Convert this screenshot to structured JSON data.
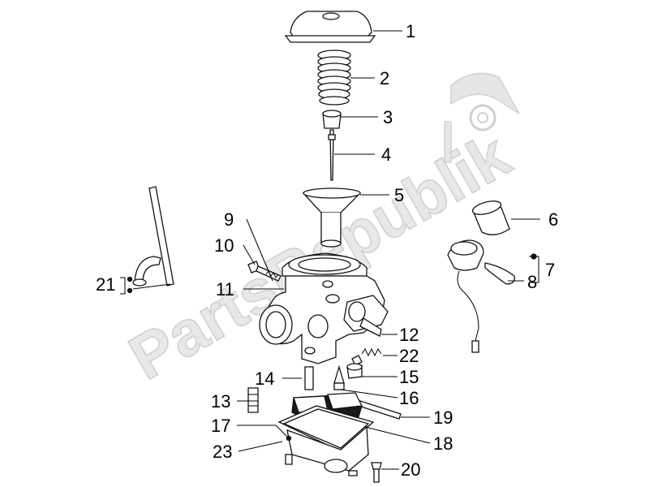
{
  "watermark": {
    "text": "PartsRepublik"
  },
  "callouts": {
    "c1": "1",
    "c2": "2",
    "c3": "3",
    "c4": "4",
    "c5": "5",
    "c6": "6",
    "c7": "7",
    "c8": "8",
    "c9": "9",
    "c10": "10",
    "c11": "11",
    "c12": "12",
    "c13": "13",
    "c14": "14",
    "c15": "15",
    "c16": "16",
    "c17": "17",
    "c18": "18",
    "c19": "19",
    "c20": "20",
    "c21": "21",
    "c22": "22",
    "c23": "23"
  }
}
